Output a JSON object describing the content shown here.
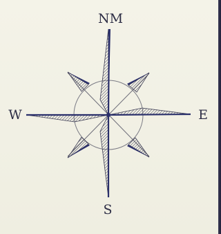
{
  "compass": {
    "labels": {
      "north": "NM",
      "east": "E",
      "south": "S",
      "west": "W"
    },
    "colors": {
      "ink": "#2a2f6a",
      "hatch": "#3d3d55",
      "paper": "#f2f0e4",
      "circle": "#7b7b85"
    }
  }
}
